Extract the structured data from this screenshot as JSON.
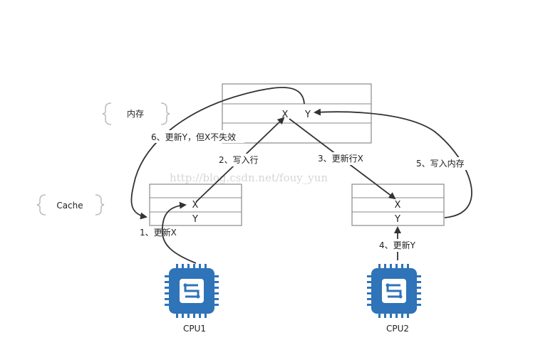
{
  "memory": {
    "label": "内存",
    "cells": [
      "X",
      "Y"
    ]
  },
  "cache": {
    "label": "Cache"
  },
  "cpu1": {
    "label": "CPU1",
    "cache_cells": [
      "X",
      "Y"
    ]
  },
  "cpu2": {
    "label": "CPU2",
    "cache_cells": [
      "X",
      "Y"
    ]
  },
  "steps": {
    "s1": "1、更新X",
    "s2": "2、写入行",
    "s3": "3、更新行X",
    "s4": "4、更新Y",
    "s5": "5、写入内存",
    "s6": "6、更新Y，但X不失效"
  },
  "watermark": "http://blog.csdn.net/fouy_yun",
  "colors": {
    "chip": "#2f73b8",
    "chip_pins": "#2f73b8",
    "box_stroke": "#888888",
    "arrow": "#333333",
    "brace": "#bbbbbb"
  }
}
